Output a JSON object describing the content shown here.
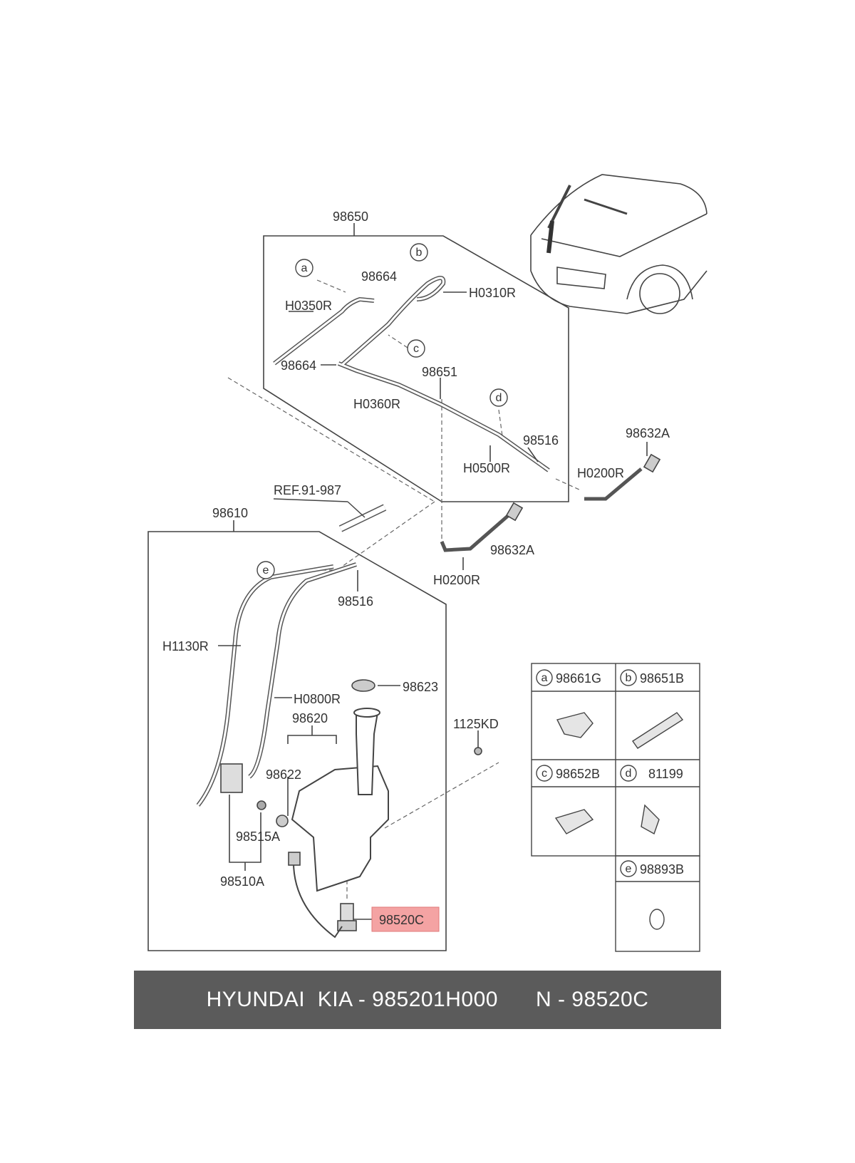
{
  "labels": {
    "assy_upper": "98650",
    "assy_lower": "98610",
    "ref": "REF.91-987",
    "h0350r": "H0350R",
    "h0310r": "H0310R",
    "n98664_top": "98664",
    "n98664_mid": "98664",
    "h0360r": "H0360R",
    "n98651": "98651",
    "n98516_upper": "98516",
    "h0500r": "H0500R",
    "h0200r_right": "H0200R",
    "n98632a_right": "98632A",
    "h0200r_center": "H0200R",
    "n98632a_center": "98632A",
    "n98516_lower": "98516",
    "h1130r": "H1130R",
    "h0800r": "H0800R",
    "n98623": "98623",
    "n98620": "98620",
    "n98622": "98622",
    "n98515a": "98515A",
    "n98510a": "98510A",
    "n1125kd": "1125KD",
    "highlight": "98520C"
  },
  "callouts": {
    "a": "a",
    "b": "b",
    "c": "c",
    "d": "d",
    "e": "e"
  },
  "legend": [
    {
      "letter": "a",
      "code": "98661G"
    },
    {
      "letter": "b",
      "code": "98651B"
    },
    {
      "letter": "c",
      "code": "98652B"
    },
    {
      "letter": "d",
      "code": "81199"
    },
    {
      "letter": "e",
      "code": "98893B"
    }
  ],
  "caption": "HYUNDAI  KIA - 985201H000      N - 98520C",
  "colors": {
    "highlight_fill": "#f4a3a3",
    "caption_bar": "#5b5b5b",
    "line": "#444444"
  }
}
